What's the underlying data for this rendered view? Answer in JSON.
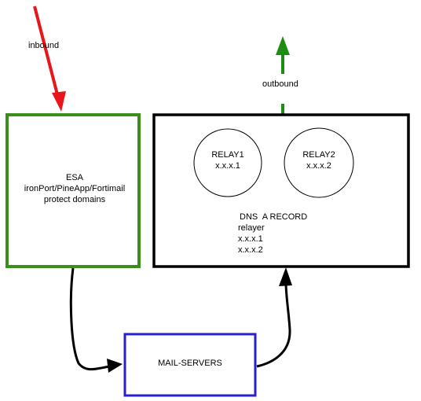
{
  "labels": {
    "inbound": "inbound",
    "outbound": "outbound"
  },
  "esa": {
    "line1": "ESA",
    "line2": "ironPort/PineApp/Fortimail",
    "line3": "protect domains"
  },
  "relay_group": {
    "relay1_name": "RELAY1",
    "relay1_ip": "x.x.x.1",
    "relay2_name": "RELAY2",
    "relay2_ip": "x.x.x.2",
    "dns_title": "DNS  A RECORD",
    "dns_name": "relayer",
    "dns_ip1": "x.x.x.1",
    "dns_ip2": "x.x.x.2"
  },
  "mail_servers": {
    "label": "MAIL-SERVERS"
  },
  "colors": {
    "inbound_arrow": "#e8161b",
    "outbound_arrow": "#1c8c12",
    "esa_border": "#3a8f1c",
    "relay_border": "#000000",
    "mail_border": "#2a1fd0",
    "connector": "#000000"
  }
}
